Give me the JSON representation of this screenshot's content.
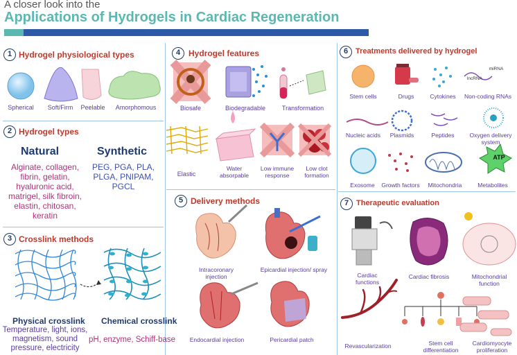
{
  "header": {
    "line1": "A closer look into the",
    "line2": "Applications of Hydrogels in Cardiac Regeneration"
  },
  "sections": {
    "s1": {
      "num": "1",
      "title": "Hydrogel physiological types",
      "items": [
        "Spherical",
        "Soft/Firm",
        "Peelable",
        "Amorphomous"
      ]
    },
    "s2": {
      "num": "2",
      "title": "Hydrogel types",
      "natural_head": "Natural",
      "natural_list": [
        "Alginate, collagen,",
        "fibrin, gelatin,",
        "hyaluronic acid,",
        "matrigel, silk fibroin,",
        "elastin, chitosan,",
        "keratin"
      ],
      "synthetic_head": "Synthetic",
      "synthetic_list": [
        "PEG, PGA, PLA,",
        "PLGA, PNIPAM,",
        "PGCL"
      ]
    },
    "s3": {
      "num": "3",
      "title": "Crosslink methods",
      "physical": "Physical crosslink",
      "physical_sub": [
        "Temperature, light, ions,",
        "magnetism, sound",
        "pressure, electricity"
      ],
      "chemical": "Chemical crosslink",
      "chemical_sub": "pH, enzyme, Schiff-base"
    },
    "s4": {
      "num": "4",
      "title": "Hydrogel features",
      "row1": [
        "Biosafe",
        "Biodegradable",
        "Transformation"
      ],
      "row2": [
        "Elastic",
        "Water absorpable",
        "Low immune response",
        "Low clot formation"
      ]
    },
    "s5": {
      "num": "5",
      "title": "Delivery methods",
      "items": [
        "Intracoronary injection",
        "Epicardial injection/ spray",
        "Endocardial injection",
        "Pericardial patch"
      ]
    },
    "s6": {
      "num": "6",
      "title": "Treatments delivered by hydrogel",
      "items": [
        "Stem cells",
        "Drugs",
        "Cytokines",
        "Non-coding RNAs",
        "Nucleic acids",
        "Plasmids",
        "Peptides",
        "Oxygen delivery system",
        "Exosome",
        "Growth factors",
        "Mitochondria",
        "Metabolites"
      ],
      "mirna": "miRNA",
      "lncrna": "lncRNA",
      "atp": "ATP"
    },
    "s7": {
      "num": "7",
      "title": "Therapeutic evaluation",
      "items": [
        "Cardiac functions",
        "Cardiac fibrosis",
        "Mitochondrial function",
        "Revascularization",
        "Stem cell differentiation",
        "Cardiomyocyte proliferation"
      ]
    }
  },
  "colors": {
    "accent": "#5bb8b0",
    "bar": "#2c5aa8",
    "title_red": "#c0392b",
    "label_purple": "#5a3ba0",
    "natural_pink": "#b0307a",
    "navy": "#1e3a6f"
  }
}
